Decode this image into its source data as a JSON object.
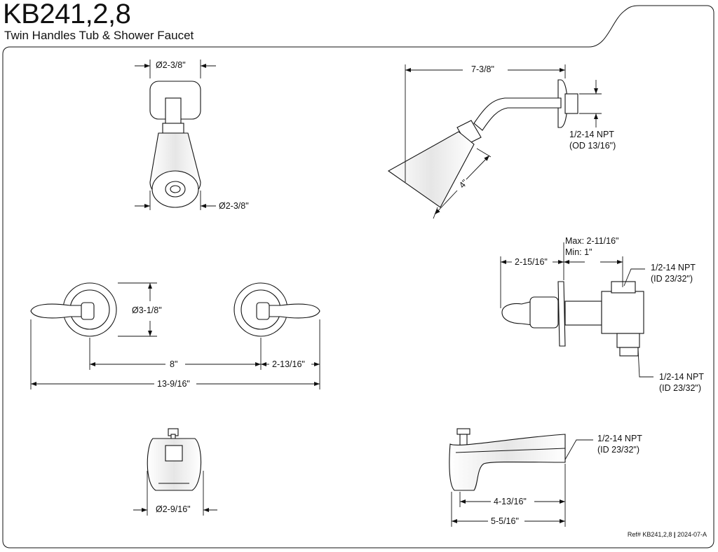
{
  "header": {
    "title": "KB241,2,8",
    "subtitle": "Twin Handles Tub & Shower Faucet"
  },
  "dims": {
    "showerhead_top": "Ø2-3/8\"",
    "showerhead_face": "Ø2-3/8\"",
    "arm_length": "7-3/8\"",
    "arm_npt_line1": "1/2-14 NPT",
    "arm_npt_line2": "(OD 13/16\")",
    "head_length": "4\"",
    "handle_dia": "Ø3-1/8\"",
    "handle_spacing": "8\"",
    "handle_offset": "2-13/16\"",
    "handle_total": "13-9/16\"",
    "valve_max": "Max: 2-11/16\"",
    "valve_min": "Min: 1\"",
    "valve_depth": "2-15/16\"",
    "valve_npt_top_line1": "1/2-14 NPT",
    "valve_npt_top_line2": "(ID 23/32\")",
    "valve_npt_bottom_line1": "1/2-14 NPT",
    "valve_npt_bottom_line2": "(ID 23/32\")",
    "spout_dia": "Ø2-9/16\"",
    "spout_npt_line1": "1/2-14 NPT",
    "spout_npt_line2": "(ID 23/32\")",
    "spout_reach": "4-13/16\"",
    "spout_total": "5-5/16\""
  },
  "footer": {
    "ref_label": "Ref# KB241,2,8",
    "revision": "2024-07-A"
  }
}
